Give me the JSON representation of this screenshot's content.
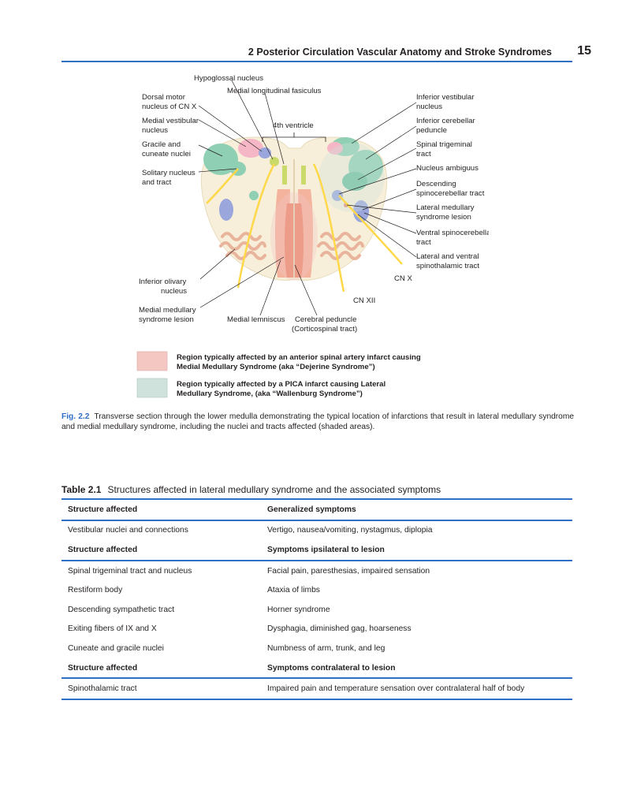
{
  "running_head": {
    "chapter": "2   Posterior Circulation Vascular Anatomy and Stroke Syndromes",
    "page_number": "15"
  },
  "figure": {
    "labels": {
      "hypoglossal": "Hypoglossal nucleus",
      "mlf": "Medial longitudinal fasiculus",
      "dorsal_motor_1": "Dorsal motor",
      "dorsal_motor_2": "nucleus of CN X",
      "medial_vestibular_1": "Medial vestibular",
      "medial_vestibular_2": "nucleus",
      "fourth_ventricle": "4th ventricle",
      "gracile_1": "Gracile and",
      "gracile_2": "cuneate nuclei",
      "solitary_1": "Solitary nucleus",
      "solitary_2": "and tract",
      "inf_vestibular_1": "Inferior vestibular",
      "inf_vestibular_2": "nucleus",
      "inf_cerebellar_1": "Inferior cerebellar",
      "inf_cerebellar_2": "peduncle",
      "spinal_trig_1": "Spinal trigeminal",
      "spinal_trig_2": "tract",
      "ambiguus": "Nucleus ambiguus",
      "desc_spinocereb_1": "Descending",
      "desc_spinocereb_2": "spinocerebellar tract",
      "lat_lesion_1": "Lateral medullary",
      "lat_lesion_2": "syndrome lesion",
      "ventral_spinocereb_1": "Ventral spinocerebellar",
      "ventral_spinocereb_2": "tract",
      "spinothal_1": "Lateral and ventral",
      "spinothal_2": "spinothalamic tract",
      "cn_x": "CN X",
      "cn_xii": "CN XII",
      "inf_olivary_1": "Inferior olivary",
      "inf_olivary_2": "nucleus",
      "med_lesion_1": "Medial medullary",
      "med_lesion_2": "syndrome lesion",
      "medial_lemniscus": "Medial lemniscus",
      "cerebral_peduncle_1": "Cerebral peduncle",
      "cerebral_peduncle_2": "(Corticospinal tract)"
    },
    "legend": [
      {
        "line1": "Region typically affected by an anterior spinal artery infarct causing",
        "line2": "Medial Medullary Syndrome (aka “Dejerine Syndrome”)",
        "color": "#f4c7c3"
      },
      {
        "line1": "Region typically affected by a PICA infarct causing Lateral",
        "line2": "Medullary Syndrome, (aka “Wallenburg Syndrome”)",
        "color": "#cfe3dc"
      }
    ],
    "colors": {
      "tissue": "#f7efd9",
      "tract_green": "#8fcfb3",
      "tract_blue": "#9aa6dc",
      "nucleus_pink": "#f5b7c6",
      "olive": "#e9b49c",
      "corticospinal": "#e8866a",
      "lemniscus": "#f3b39d",
      "nerve_yellow": "#ffd84a",
      "cn_yellow_green": "#c9d96a"
    }
  },
  "caption": {
    "label": "Fig. 2.2",
    "text": "Transverse section through the lower medulla demonstrating the typical location of infarctions that result in lateral medullary syndrome and medial medullary syndrome, including the nuclei and tracts affected (shaded areas)."
  },
  "table": {
    "label": "Table 2.1",
    "title": "Structures affected in lateral medullary syndrome and the associated symptoms",
    "header": [
      "Structure affected",
      "Generalized symptoms"
    ],
    "row1": [
      "Vestibular nuclei and connections",
      "Vertigo, nausea/vomiting, nystagmus, diplopia"
    ],
    "subheader1": [
      "Structure affected",
      "Symptoms ipsilateral to lesion"
    ],
    "ipsilateral_rows": [
      [
        "Spinal trigeminal tract and nucleus",
        "Facial pain, paresthesias, impaired sensation"
      ],
      [
        "Restiform body",
        "Ataxia of limbs"
      ],
      [
        "Descending sympathetic tract",
        "Horner syndrome"
      ],
      [
        "Exiting fibers of IX and X",
        "Dysphagia, diminished gag, hoarseness"
      ],
      [
        "Cuneate and gracile nuclei",
        "Numbness of arm, trunk, and leg"
      ]
    ],
    "subheader2": [
      "Structure affected",
      "Symptoms contralateral to lesion"
    ],
    "contralateral_rows": [
      [
        "Spinothalamic tract",
        "Impaired pain and temperature sensation over contralateral half of body"
      ]
    ]
  }
}
